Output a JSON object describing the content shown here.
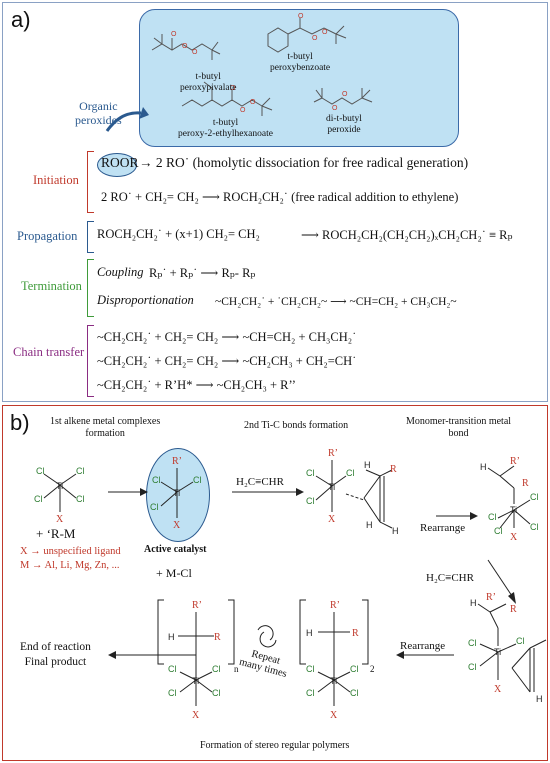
{
  "panel_a": {
    "label": "a)",
    "organic_peroxides_label": "Organic\nperoxides",
    "peroxides": [
      {
        "name": "t-butyl\nperoxypivalate"
      },
      {
        "name": "t-butyl\nperoxybenzoate"
      },
      {
        "name": "t-butyl\nperoxy-2-ethylhexanoate"
      },
      {
        "name": "di-t-butyl\nperoxide"
      }
    ],
    "stages": {
      "initiation": "Initiation",
      "propagation": "Propagation",
      "termination": "Termination",
      "chain_transfer": "Chain transfer"
    },
    "equations": {
      "roor": "ROOR",
      "init1": "→ 2 RO˙ (homolytic dissociation for free radical generation)",
      "init2": "2 RO˙ + CH₂= CH₂ ⟶ ROCH₂CH₂˙ (free radical addition to ethylene)",
      "prop_left": "ROCH₂CH₂˙ + (x+1) CH₂= CH₂",
      "prop_right": "⟶ ROCH₂CH₂(CH₂CH₂)ₓCH₂CH₂˙ ≡ Rₚ",
      "coupling_label": "Coupling",
      "coupling": "Rₚ˙ + Rₚ˙ ⟶ Rₚ- Rₚ",
      "disp_label": "Disproportionation",
      "disp": "~CH₂CH₂˙ + ˙CH₂CH₂~ ⟶ ~CH=CH₂ + CH₃CH₂~",
      "ct1": "~CH₂CH₂˙ + CH₂= CH₂ ⟶ ~CH=CH₂ + CH₃CH₂˙",
      "ct2": "~CH₂CH₂˙ + CH₂= CH₂ ⟶ ~CH₂CH₃ + CH₂=CH˙",
      "ct3": "~CH₂CH₂˙ + R’H* ⟶ ~CH₂CH₃ + R’’"
    }
  },
  "panel_b": {
    "label": "b)",
    "step1": "1st alkene metal complexes\nformation",
    "step2": "2nd Ti-C bonds formation",
    "step3": "Monomer-transition metal\nbond",
    "plus_rm": "+ ‘R-M",
    "legend_x": "X → unspecified ligand",
    "legend_m": "M → Al, Li, Mg, Zn, ...",
    "active_catalyst": "Active catalyst",
    "plus_mcl": "+ M-Cl",
    "monomer": "H₂C≡CHR",
    "monomer2": "H₂C≡CHR",
    "rearrange1": "Rearrange",
    "rearrange2": "Rearrange",
    "repeat": "Repeat\nmany times",
    "end": "End of reaction\nFinal product",
    "subscript_n": "n",
    "subscript_2": "2",
    "footer": "Formation of stereo regular polymers",
    "atoms": {
      "ti": "Ti",
      "cl": "Cl",
      "x": "X",
      "r": "R",
      "rp": "R’",
      "h": "H"
    }
  },
  "colors": {
    "red": "#c0392b",
    "blue": "#2b5a8f",
    "green": "#3f9b3a",
    "purple": "#8a2c82",
    "box": "#bfe1f3"
  }
}
